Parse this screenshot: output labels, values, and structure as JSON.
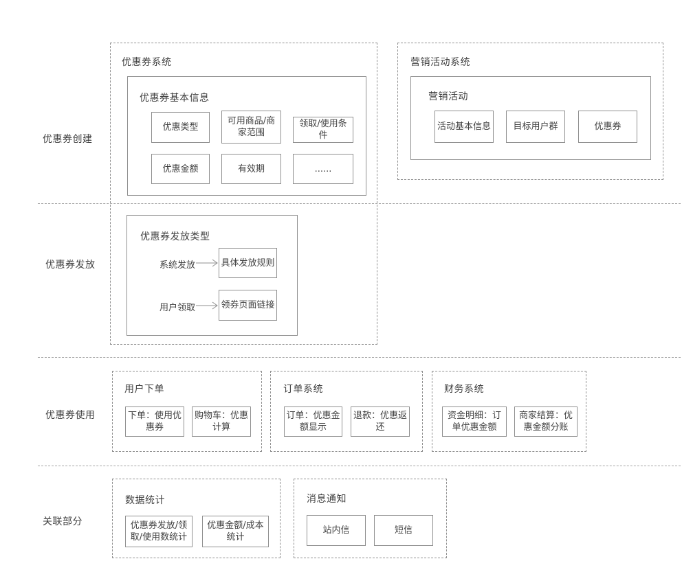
{
  "colors": {
    "background": "#ffffff",
    "box_border": "#8f8f8f",
    "divider_line": "#a3a3a3",
    "text": "#3f3f3f"
  },
  "row_labels": {
    "create": "优惠券创建",
    "issue": "优惠券发放",
    "use": "优惠券使用",
    "related": "关联部分"
  },
  "coupon_system": {
    "title": "优惠券系统",
    "basic_info": {
      "title": "优惠券基本信息",
      "items": [
        "优惠类型",
        "可用商品/商家范围",
        "领取/使用条件",
        "优惠金额",
        "有效期",
        "......"
      ]
    },
    "issue_type": {
      "title": "优惠券发放类型",
      "flows": [
        {
          "source": "系统发放",
          "target": "具体发放规则"
        },
        {
          "source": "用户领取",
          "target": "领券页面链接"
        }
      ]
    }
  },
  "marketing_system": {
    "title": "营销活动系统",
    "campaign": {
      "title": "营销活动",
      "items": [
        "活动基本信息",
        "目标用户群",
        "优惠券"
      ]
    }
  },
  "usage": {
    "groups": [
      {
        "title": "用户下单",
        "items": [
          "下单：使用优惠券",
          "购物车：优惠计算"
        ]
      },
      {
        "title": "订单系统",
        "items": [
          "订单：优惠金额显示",
          "退款：优惠返还"
        ]
      },
      {
        "title": "财务系统",
        "items": [
          "资金明细：订单优惠金额",
          "商家结算：优惠金额分账"
        ]
      }
    ]
  },
  "related": {
    "groups": [
      {
        "title": "数据统计",
        "items": [
          "优惠券发放/领取/使用数统计",
          "优惠金额/成本统计"
        ]
      },
      {
        "title": "消息通知",
        "items": [
          "站内信",
          "短信"
        ]
      }
    ]
  }
}
